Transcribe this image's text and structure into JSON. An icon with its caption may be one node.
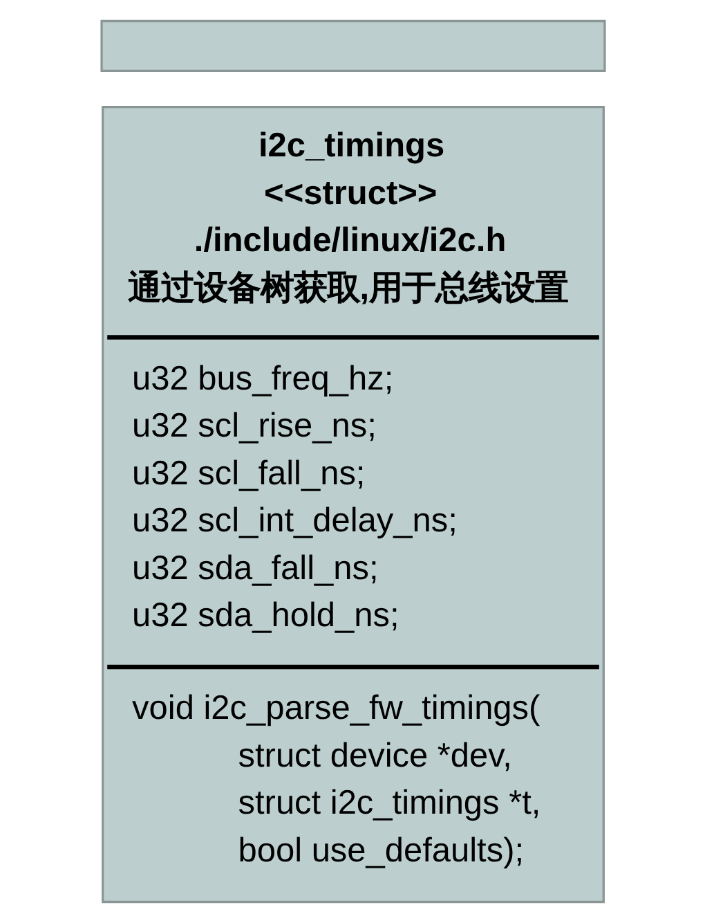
{
  "diagram": {
    "nodes": [
      {
        "text": [],
        "shape": "box"
      },
      {
        "text": [
          "i2c_timings",
          "<<struct>>",
          "./include/linux/i2c.h",
          "通过设备树获取,用于总线设置",
          "u32 bus_freq_hz;",
          "u32 scl_rise_ns;",
          "u32 scl_fall_ns;",
          "u32 scl_int_delay_ns;",
          "u32 sda_fall_ns;",
          "u32 sda_hold_ns;",
          "void i2c_parse_fw_timings( struct device *dev, struct i2c_timings *t, bool use_defaults);"
        ]
      }
    ]
  }
}
